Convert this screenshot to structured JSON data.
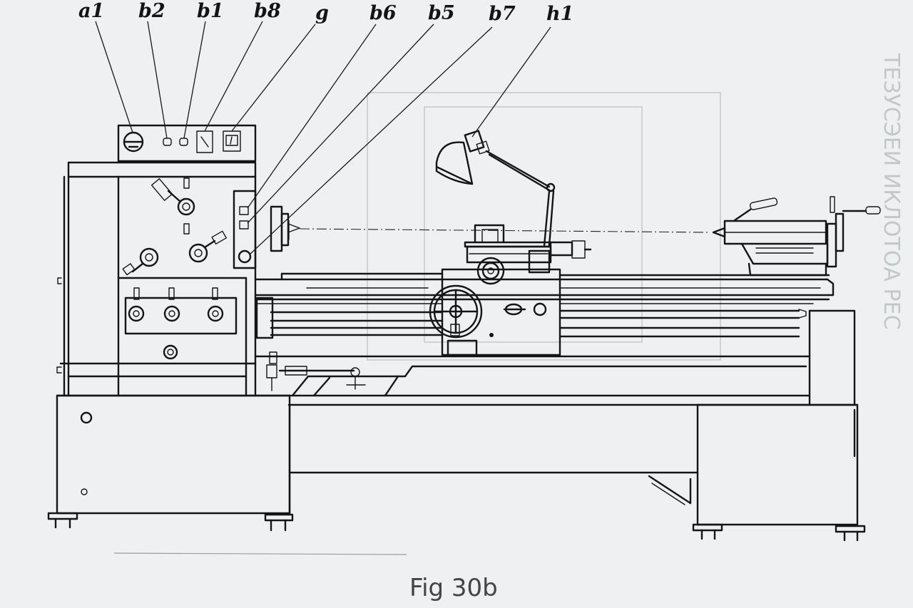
{
  "figure": {
    "caption": "Fig 30b",
    "callouts": [
      {
        "id": "a1",
        "label": "a1"
      },
      {
        "id": "b2",
        "label": "b2"
      },
      {
        "id": "b1",
        "label": "b1"
      },
      {
        "id": "b8",
        "label": "b8"
      },
      {
        "id": "g",
        "label": "g"
      },
      {
        "id": "b6",
        "label": "b6"
      },
      {
        "id": "b5",
        "label": "b5"
      },
      {
        "id": "b7",
        "label": "b7"
      },
      {
        "id": "h1",
        "label": "h1"
      }
    ]
  }
}
